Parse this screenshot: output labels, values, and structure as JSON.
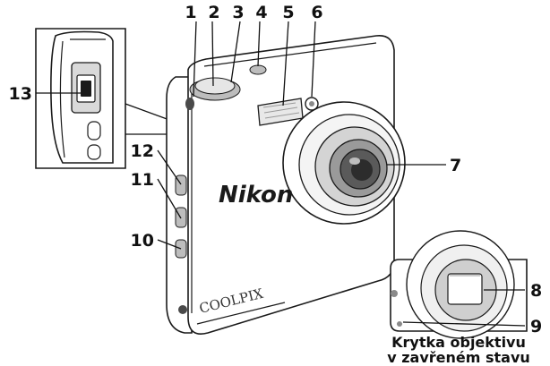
{
  "diagram": {
    "callouts": [
      "1",
      "2",
      "3",
      "4",
      "5",
      "6",
      "7",
      "8",
      "9",
      "10",
      "11",
      "12",
      "13"
    ],
    "logo": "Nikon",
    "model": "COOLPIX",
    "caption_line1": "Krytka objektivu",
    "caption_line2": "v zavřeném stavu"
  }
}
